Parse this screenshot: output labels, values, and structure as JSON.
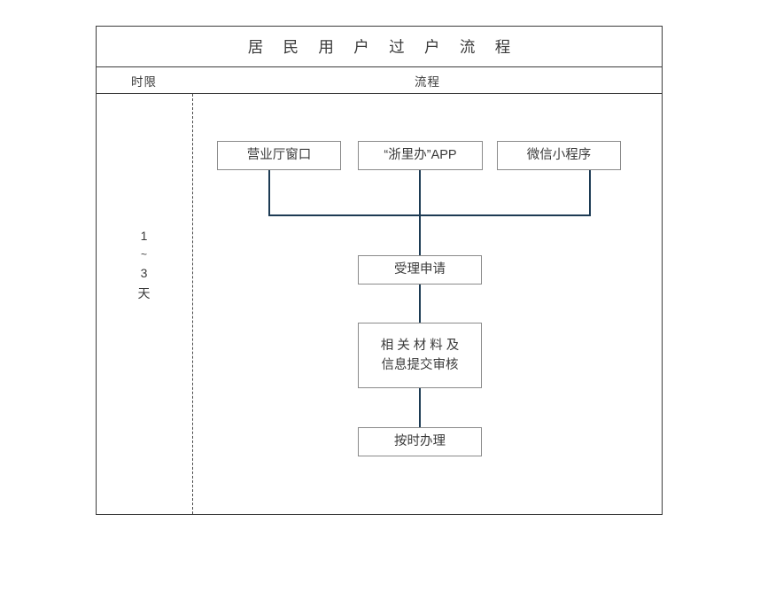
{
  "document": {
    "title": "居 民 用 户 过 户 流 程",
    "columns": {
      "time_header": "时限",
      "flow_header": "流程"
    }
  },
  "time_column": {
    "lines": [
      "1",
      "~",
      "3",
      "天"
    ]
  },
  "flowchart": {
    "type": "flowchart",
    "orientation": "top-down",
    "entry_nodes": [
      {
        "id": "n-window",
        "label": "营业厅窗口"
      },
      {
        "id": "n-app",
        "label": "“浙里办”APP"
      },
      {
        "id": "n-miniprogram",
        "label": "微信小程序"
      }
    ],
    "process_nodes": [
      {
        "id": "n-accept",
        "label": "受理申请"
      },
      {
        "id": "n-submit",
        "label_line1": "相 关 材 料 及",
        "label_line2": "信息提交审核"
      },
      {
        "id": "n-handle",
        "label": "按时办理"
      }
    ],
    "edges": [
      {
        "from": "n-window",
        "to": "n-accept"
      },
      {
        "from": "n-app",
        "to": "n-accept"
      },
      {
        "from": "n-miniprogram",
        "to": "n-accept"
      },
      {
        "from": "n-accept",
        "to": "n-submit"
      },
      {
        "from": "n-submit",
        "to": "n-handle"
      }
    ]
  },
  "colors": {
    "connector": "#1d3b54",
    "node_border": "#8a8a8a",
    "table_border": "#3c3c3c",
    "text": "#3a3a3a",
    "background": "#ffffff"
  }
}
